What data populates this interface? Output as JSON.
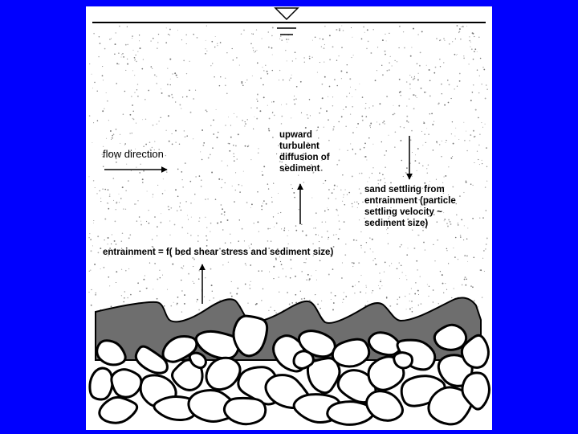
{
  "labels": {
    "flow_direction": "flow direction",
    "upward_diffusion": "upward\nturbulent\ndiffusion of\nsediment",
    "sand_settling": "sand settling from\nentrainment (particle\nsettling velocity ~\nsediment size)",
    "entrainment": "entrainment = f( bed shear stress and sediment size)"
  },
  "colors": {
    "background": "#0000ff",
    "panel": "#ffffff",
    "sand_layer": "#6e6e6e",
    "gravel_fill": "#ffffff",
    "outline": "#000000"
  },
  "icons": {
    "water_surface": "inverted-triangle-water-level-icon"
  }
}
